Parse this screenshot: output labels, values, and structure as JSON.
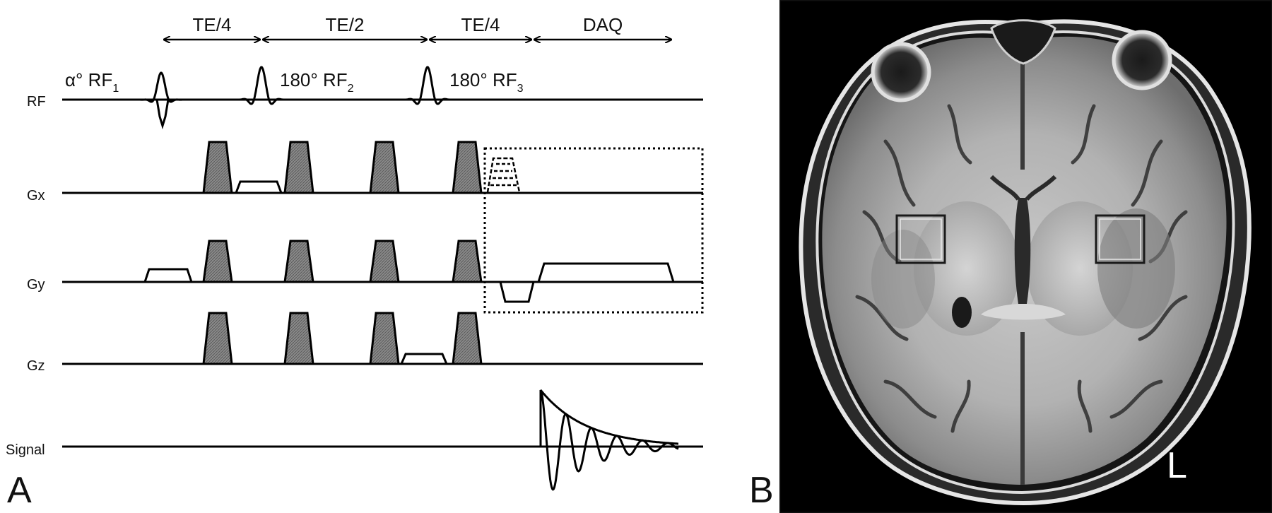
{
  "panel_a": {
    "letter": "A",
    "timing": [
      {
        "label": "TE/4"
      },
      {
        "label": "TE/2"
      },
      {
        "label": "TE/4"
      },
      {
        "label": "DAQ"
      }
    ],
    "rf_labels": {
      "rf1": {
        "main": "α° RF",
        "sub": "1"
      },
      "rf2": {
        "main": "180° RF",
        "sub": "2"
      },
      "rf3": {
        "main": "180° RF",
        "sub": "3"
      }
    },
    "rows": [
      {
        "id": "rf",
        "label": "RF"
      },
      {
        "id": "gx",
        "label": "Gx"
      },
      {
        "id": "gy",
        "label": "Gy"
      },
      {
        "id": "gz",
        "label": "Gz"
      },
      {
        "id": "signal",
        "label": "Signal"
      }
    ]
  },
  "panel_b": {
    "letter": "B",
    "orientation_label": "L"
  }
}
